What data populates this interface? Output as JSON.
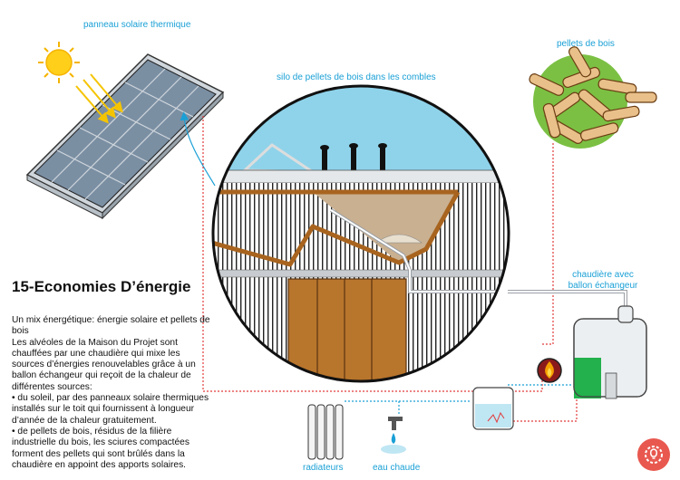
{
  "labels": {
    "solar_panel": "panneau solaire thermique",
    "silo": "silo de pellets de bois dans les combles",
    "pellets": "pellets de bois",
    "boiler": "chaudière avec ballon échangeur",
    "radiators": "radiateurs",
    "hot_water": "eau chaude"
  },
  "title": "15-Economies D’énergie",
  "body": {
    "intro": "Un mix énergétique: énergie solaire et pellets de bois",
    "para": "Les alvéoles de la Maison du Projet sont chauffées par une chaudière qui mixe les sources d’énergies renouvelables grâce à un ballon échangeur qui reçoit de la chaleur de différentes sources:",
    "bullet1": "• du soleil, par des panneaux solaire thermiques installés sur le toit qui fournissent à longueur d’année de la chaleur gratuitement.",
    "bullet2": "• de pellets de bois, résidus de la filière industrielle du bois, les sciures compactées forment des pellets qui sont brûlés dans la chaudière en appoint des apports solaires."
  },
  "colors": {
    "accent_blue": "#1aa0d6",
    "pipe_red": "#e23a3a",
    "pipe_blue": "#1aa0d6",
    "wood": "#a8641f",
    "sky": "#8fd3ea",
    "pellet_bg": "#7bc043",
    "boiler_green": "#22b14c",
    "logo": "#e8584f"
  },
  "icons": {
    "sun": "sun-icon",
    "flame": "flame-icon",
    "logo": "gear-bulb-logo"
  }
}
